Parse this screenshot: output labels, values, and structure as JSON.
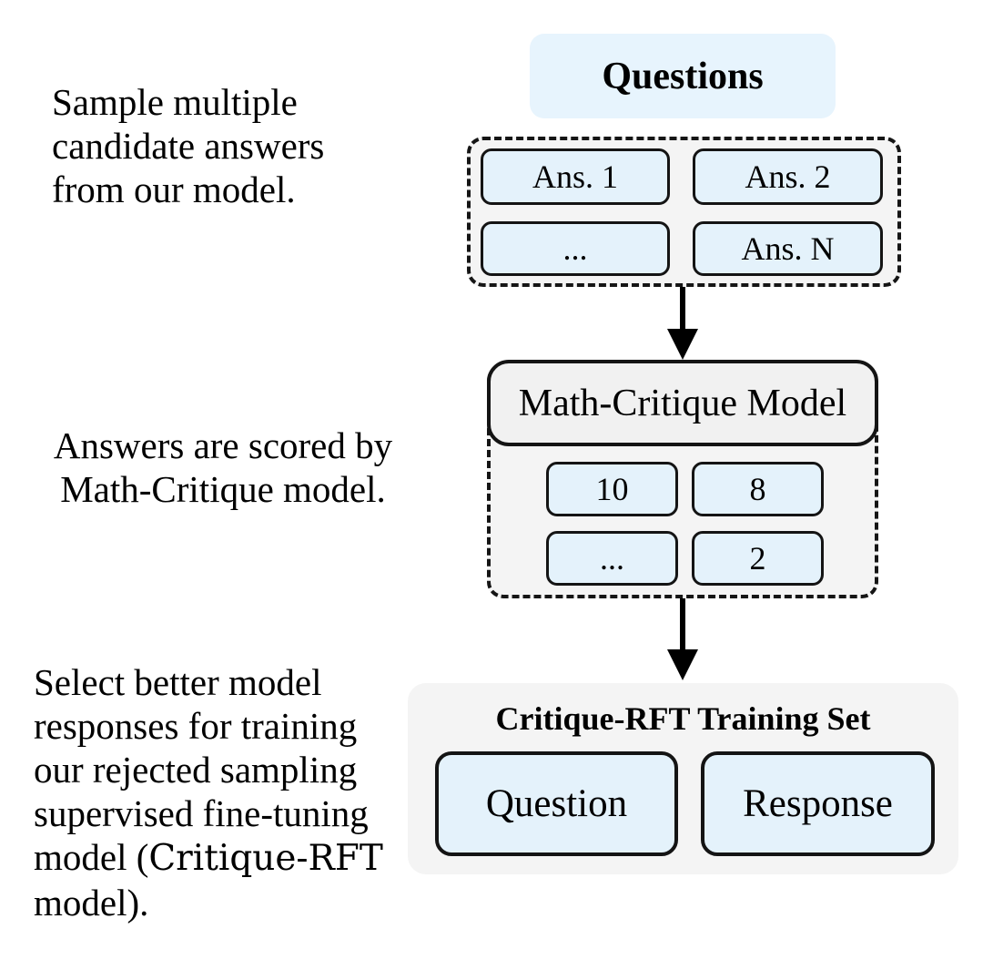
{
  "colors": {
    "box_blue": "#e4f2fb",
    "header_blue": "#e7f4fd",
    "panel_gray": "#f4f4f4",
    "border_black": "#141414"
  },
  "left_notes": {
    "note1": {
      "lines": [
        "Sample multiple",
        "candidate answers",
        "from our model."
      ]
    },
    "note2": {
      "lines": [
        "Answers are scored by",
        "Math-Critique model."
      ]
    },
    "note3": {
      "lines": [
        "Select better model",
        "responses for training",
        "our rejected sampling",
        "supervised fine-tuning"
      ],
      "line5_prefix": "model (",
      "line5_name": "Critique-RFT",
      "line6": "model)."
    }
  },
  "diagram": {
    "questions_label": "Questions",
    "answers": {
      "items": [
        "Ans. 1",
        "Ans. 2",
        "...",
        "Ans. N"
      ]
    },
    "critic": {
      "title": "Math-Critique Model",
      "scores": [
        "10",
        "8",
        "...",
        "2"
      ]
    },
    "training": {
      "title": "Critique-RFT Training Set",
      "items": [
        "Question",
        "Response"
      ]
    }
  }
}
